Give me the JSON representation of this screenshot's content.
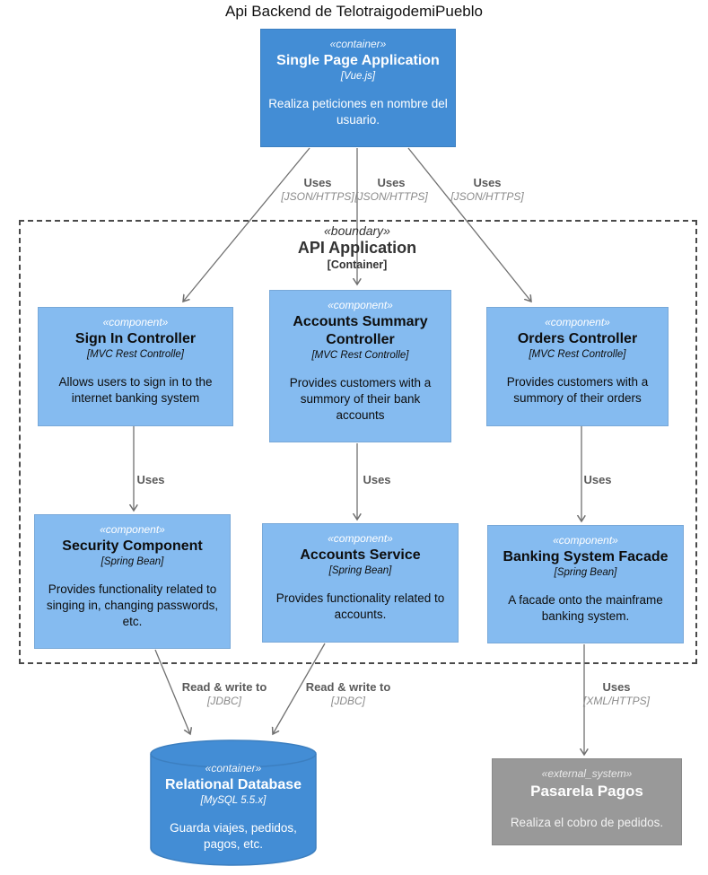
{
  "title": "Api Backend de TelotraigodemiPueblo",
  "colors": {
    "container_fill": "#438DD5",
    "container_border": "#3C7FC0",
    "component_fill": "#85BBF0",
    "component_border": "#78A8D8",
    "external_fill": "#999999",
    "external_border": "#8A8A8A",
    "arrow": "#707070",
    "boundary_border": "#4a4a4a"
  },
  "boundary": {
    "stereotype": "«boundary»",
    "name": "API Application",
    "tech": "[Container]"
  },
  "nodes": {
    "spa": {
      "stereotype": "«container»",
      "name": "Single Page Application",
      "tech": "[Vue.js]",
      "desc": "Realiza peticiones en nombre del usuario."
    },
    "sign_in": {
      "stereotype": "«component»",
      "name": "Sign In Controller",
      "tech": "[MVC Rest Controlle]",
      "desc": "Allows users to sign in to the internet banking system"
    },
    "accounts_summary": {
      "stereotype": "«component»",
      "name": "Accounts Summary Controller",
      "tech": "[MVC Rest Controlle]",
      "desc": "Provides customers with a summory of their bank accounts"
    },
    "orders": {
      "stereotype": "«component»",
      "name": "Orders Controller",
      "tech": "[MVC Rest Controlle]",
      "desc": "Provides customers with a summory of their orders"
    },
    "security": {
      "stereotype": "«component»",
      "name": "Security Component",
      "tech": "[Spring Bean]",
      "desc": "Provides functionality related to singing in, changing passwords, etc."
    },
    "accounts_service": {
      "stereotype": "«component»",
      "name": "Accounts Service",
      "tech": "[Spring Bean]",
      "desc": "Provides functionality related to accounts."
    },
    "banking_facade": {
      "stereotype": "«component»",
      "name": "Banking System Facade",
      "tech": "[Spring Bean]",
      "desc": "A facade onto the mainframe banking system."
    },
    "database": {
      "stereotype": "«container»",
      "name": "Relational Database",
      "tech": "[MySQL 5.5.x]",
      "desc": "Guarda viajes, pedidos, pagos, etc."
    },
    "pasarela": {
      "stereotype": "«external_system»",
      "name": "Pasarela Pagos",
      "desc": "Realiza el cobro de pedidos."
    }
  },
  "edges": [
    {
      "from": "spa",
      "to": "sign_in",
      "label": "Uses",
      "tech": "[JSON/HTTPS]"
    },
    {
      "from": "spa",
      "to": "accounts_summary",
      "label": "Uses",
      "tech": "[JSON/HTTPS]"
    },
    {
      "from": "spa",
      "to": "orders",
      "label": "Uses",
      "tech": "[JSON/HTTPS]"
    },
    {
      "from": "sign_in",
      "to": "security",
      "label": "Uses"
    },
    {
      "from": "accounts_summary",
      "to": "accounts_service",
      "label": "Uses"
    },
    {
      "from": "orders",
      "to": "banking_facade",
      "label": "Uses"
    },
    {
      "from": "security",
      "to": "database",
      "label": "Read & write to",
      "tech": "[JDBC]"
    },
    {
      "from": "accounts_service",
      "to": "database",
      "label": "Read & write to",
      "tech": "[JDBC]"
    },
    {
      "from": "banking_facade",
      "to": "pasarela",
      "label": "Uses",
      "tech": "[XML/HTTPS]"
    }
  ]
}
